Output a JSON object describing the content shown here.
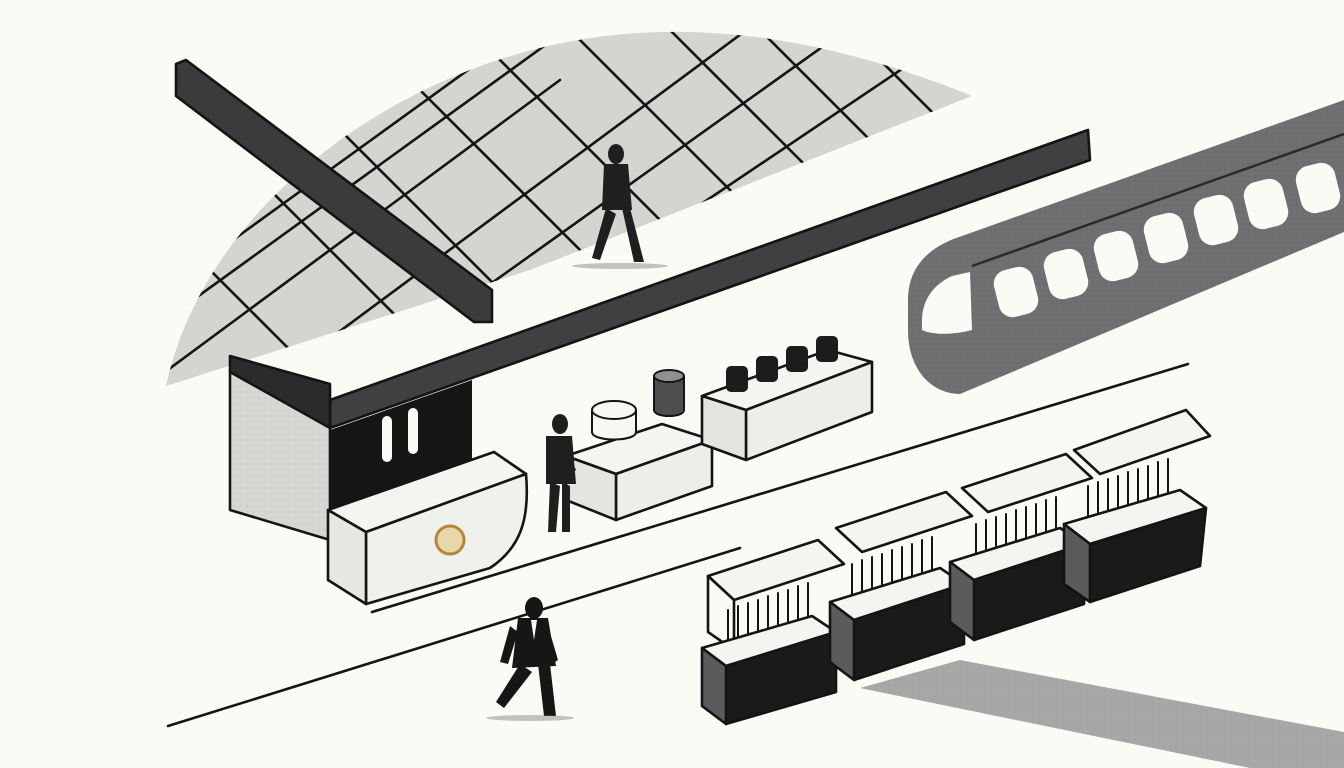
{
  "scene": {
    "kind": "illustration",
    "palette": {
      "background": "#fbfaf5",
      "ink": "#141414",
      "light_grey": "#d6d6d3",
      "mid_grey": "#6d6f70",
      "dark_grey": "#3c3d3e",
      "accent_gold": "#b08a3a"
    }
  },
  "figures": [
    {
      "name": "walker-upper-platform"
    },
    {
      "name": "attendant-at-counter"
    },
    {
      "name": "walker-lower-platform"
    }
  ],
  "kiosks": [
    {
      "name": "kiosk-1"
    },
    {
      "name": "kiosk-2"
    },
    {
      "name": "kiosk-3"
    },
    {
      "name": "kiosk-4"
    }
  ]
}
